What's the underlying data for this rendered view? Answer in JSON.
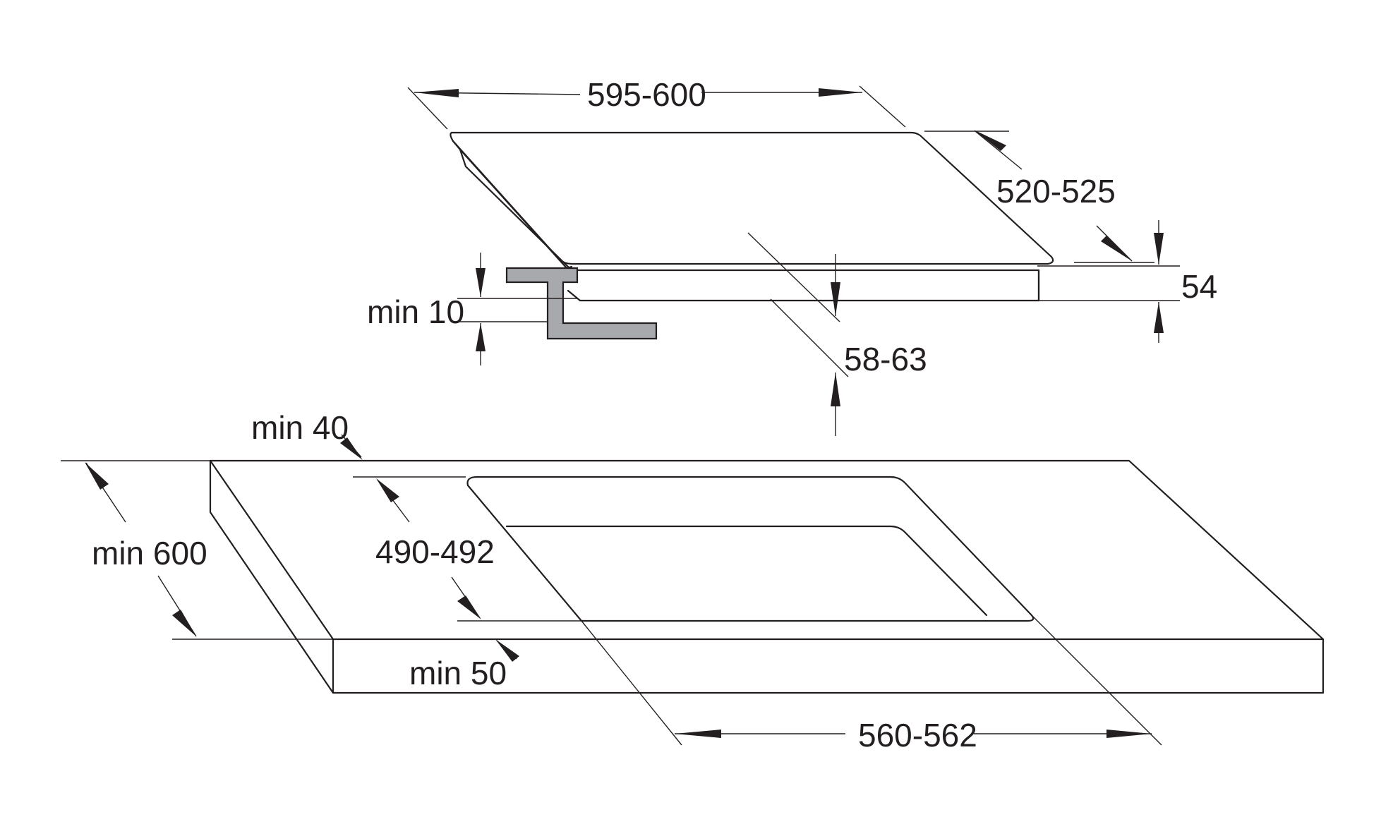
{
  "diagram": {
    "hob": {
      "width": "595-600",
      "depth": "520-525",
      "height": "54",
      "bracket_clearance": "min 10",
      "cabinet_depth": "58-63"
    },
    "worktop": {
      "rear_clearance": "min 40",
      "worktop_depth": "min 600",
      "cutout_depth": "490-492",
      "front_clearance": "min 50",
      "cutout_width": "560-562"
    }
  }
}
